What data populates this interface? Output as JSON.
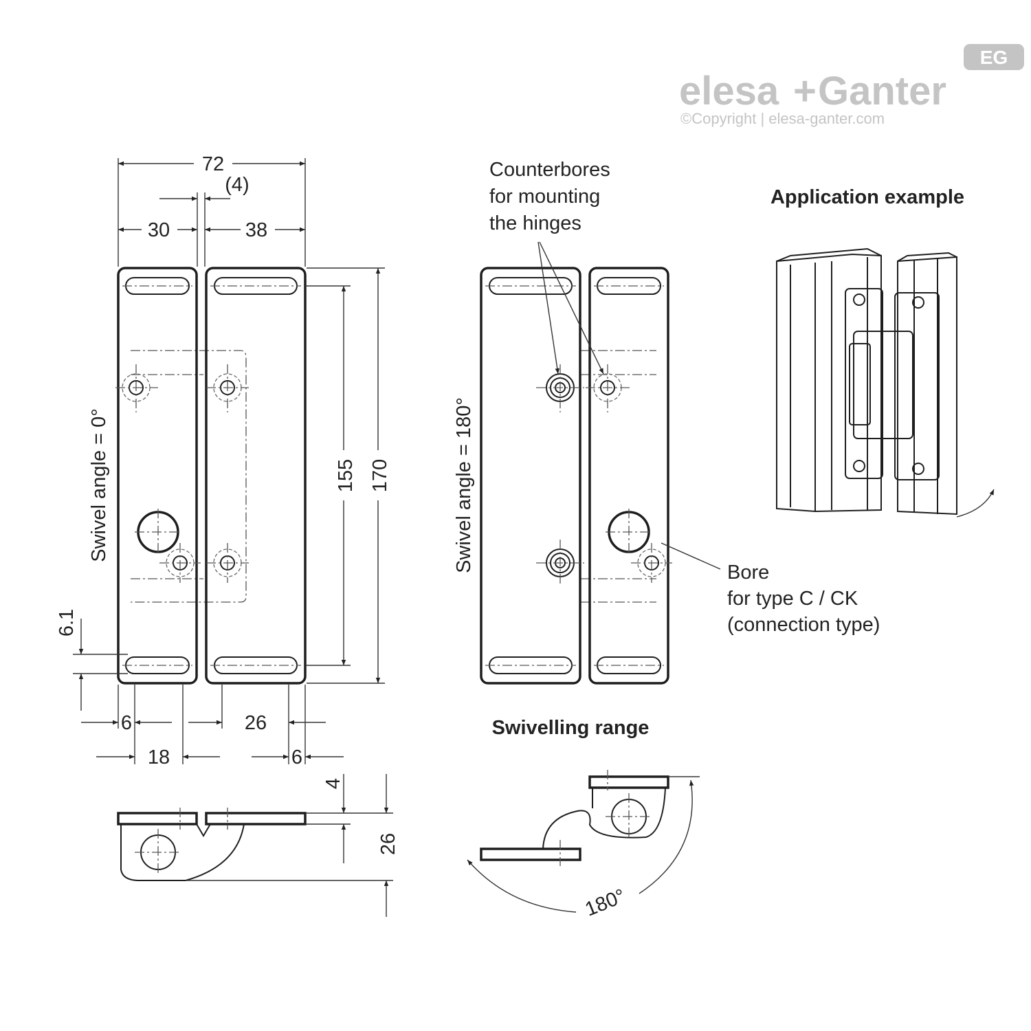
{
  "brand": {
    "logo_text_1": "elesa",
    "logo_plus": "+",
    "logo_text_2": "Ganter",
    "copyright": "©Copyright | elesa-ganter.com",
    "badge": "EG",
    "logo_color": "#c4c4c4"
  },
  "dimensions": {
    "width_72": "72",
    "gap_4": "(4)",
    "w_30": "30",
    "w_38": "38",
    "h_155": "155",
    "h_170": "170",
    "h_6_1": "6.1",
    "d_6_left": "6",
    "d_26": "26",
    "d_18": "18",
    "d_6_right": "6",
    "t_4": "4",
    "t_26": "26"
  },
  "labels": {
    "swivel_0": "Swivel angle = 0°",
    "swivel_180": "Swivel angle = 180°",
    "counterbores_1": "Counterbores",
    "counterbores_2": "for mounting",
    "counterbores_3": "the hinges",
    "application_example": "Application example",
    "bore_1": "Bore",
    "bore_2": "for type C / CK",
    "bore_3": "(connection type)",
    "swivelling_range": "Swivelling range",
    "angle_180": "180°"
  }
}
